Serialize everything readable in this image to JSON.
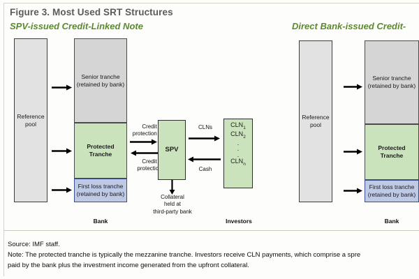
{
  "figure": {
    "title": "Figure 3. Most Used SRT Structures",
    "subtitle_left": "SPV-issued Credit-Linked Note",
    "subtitle_right": "Direct Bank-issued Credit-",
    "accent_green": "#5c8a2e",
    "title_color": "#5b5b5b"
  },
  "colors": {
    "reference_pool": "#e2e2e2",
    "senior_tranche": "#d5d5d5",
    "protected_tranche": "#cbe3bc",
    "first_loss_tranche": "#bdc9e5",
    "spv": "#cbe3bc",
    "cln": "#cbe3bc"
  },
  "left_panel": {
    "reference_pool": "Reference\npool",
    "reference_pool_line1": "Reference",
    "reference_pool_line2": "pool",
    "senior_line1": "Senior tranche",
    "senior_line2": "(retained by bank)",
    "protected_line1": "Protected",
    "protected_line2": "Tranche",
    "firstloss_line1": "First loss tranche",
    "firstloss_line2": "(retained by bank)",
    "bank_caption": "Bank",
    "spv_label": "SPV",
    "fee_label_line1": "Credit",
    "fee_label_line2": "protection fee",
    "protection_label_line1": "Credit",
    "protection_label_line2": "protection",
    "clns_label": "CLNs",
    "cash_label": "Cash",
    "collateral_line1": "Collateral",
    "collateral_line2": "held at",
    "collateral_line3": "third-party bank",
    "investors_caption": "Investors",
    "cln_items": [
      "CLN",
      "CLN",
      ".",
      ".",
      ".",
      "CLN"
    ],
    "cln_subs": [
      "1",
      "2",
      "",
      "",
      "",
      "n"
    ]
  },
  "right_panel": {
    "reference_pool_line1": "Reference",
    "reference_pool_line2": "pool",
    "senior_line1": "Senior tranche",
    "senior_line2": "(retained by bank)",
    "protected_line1": "Protected",
    "protected_line2": "Tranche",
    "firstloss_line1": "First loss tranche",
    "firstloss_line2": "(retained by bank)",
    "bank_caption": "Bank"
  },
  "footer": {
    "source": "Source: IMF staff.",
    "note_line1": "Note: The protected tranche is typically the mezzanine tranche. Investors receive CLN payments, which comprise a spre",
    "note_line2": "paid by the bank plus the investment income generated from the upfront collateral."
  }
}
